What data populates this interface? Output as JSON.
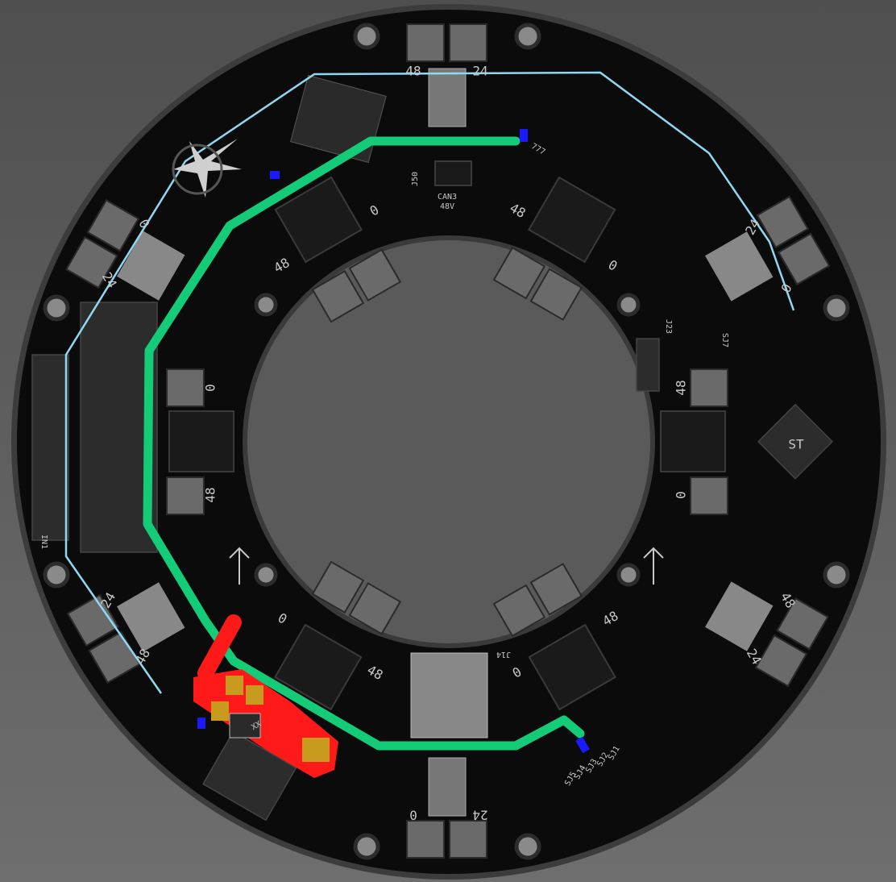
{
  "board": {
    "colors": {
      "background": "#5e5e5e",
      "board": "#0b0b0b",
      "edge": "#3c3c3c",
      "pad": "#6a6a6a",
      "trace_green": "#14cc78",
      "trace_cyan": "#8fd8f2",
      "copper_red": "#ff1a1a",
      "gold": "#c89a1e",
      "blue": "#1a1aff"
    },
    "pad_labels": [
      "48",
      "24",
      "0",
      "24",
      "48",
      "0",
      "48",
      "0",
      "24",
      "0",
      "0",
      "48",
      "48",
      "0",
      "0",
      "48",
      "24",
      "48",
      "0",
      "48",
      "48",
      "24",
      "0",
      "24"
    ],
    "connector_labels": {
      "j50": "J50",
      "can3": "CAN3",
      "can3_voltage": "48V",
      "j14": "J14",
      "j23": "J23",
      "sj7": "SJ7",
      "in1": "IN1"
    },
    "solder_jumpers": [
      "SJ5",
      "SJ4",
      "SJ3",
      "SJ2",
      "SJ1"
    ],
    "regulator_marking": "777",
    "regulator_marking_2": "XX",
    "arrows": [
      "up-arrow",
      "up-arrow"
    ],
    "logos": [
      "compass-star-logo",
      "st-logo"
    ]
  }
}
